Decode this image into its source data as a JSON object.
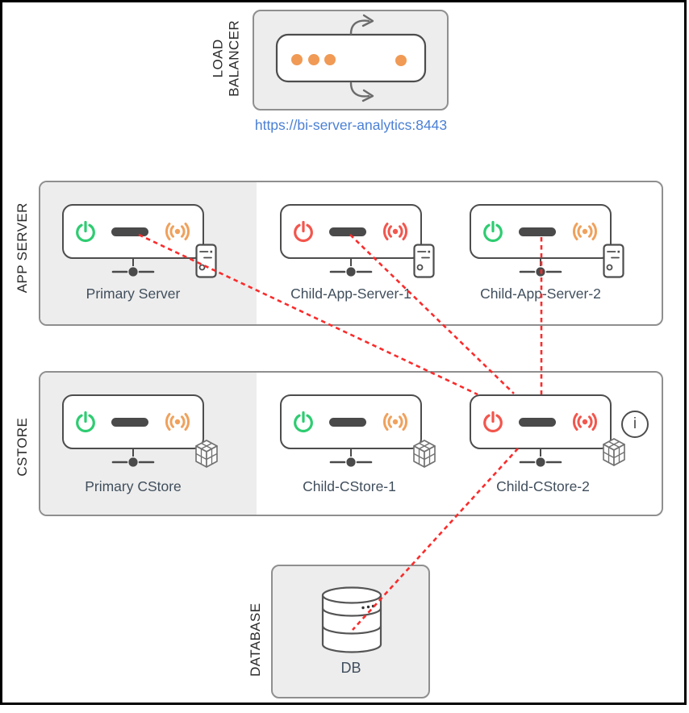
{
  "colors": {
    "status_green": "#2ecc71",
    "status_red": "#f2564d",
    "status_orange": "#f0a15c",
    "dot_orange": "#f09a55",
    "line_red": "#fb2b2b",
    "url_blue": "#4b80d5"
  },
  "load_balancer": {
    "section_label": "LOAD BALANCER",
    "url": "https://bi-server-analytics:8443"
  },
  "app_server": {
    "section_label": "APP SERVER",
    "nodes": [
      {
        "name": "Primary Server",
        "power_color": "#2ecc71",
        "signal_color": "#f0a15c"
      },
      {
        "name": "Child-App-Server-1",
        "power_color": "#f2564d",
        "signal_color": "#f2564d"
      },
      {
        "name": "Child-App-Server-2",
        "power_color": "#2ecc71",
        "signal_color": "#f0a15c"
      }
    ]
  },
  "cstore": {
    "section_label": "CSTORE",
    "nodes": [
      {
        "name": "Primary CStore",
        "power_color": "#2ecc71",
        "signal_color": "#f0a15c"
      },
      {
        "name": "Child-CStore-1",
        "power_color": "#2ecc71",
        "signal_color": "#f0a15c"
      },
      {
        "name": "Child-CStore-2",
        "power_color": "#f2564d",
        "signal_color": "#f2564d",
        "info_icon": "i"
      }
    ]
  },
  "database": {
    "section_label": "DATABASE",
    "db_label": "DB"
  },
  "connections": [
    {
      "from": "Primary Server",
      "to": "Child-CStore-2",
      "style": "red-dashed"
    },
    {
      "from": "Child-App-Server-1",
      "to": "Child-CStore-2",
      "style": "red-dashed"
    },
    {
      "from": "Child-App-Server-2",
      "to": "Child-CStore-2",
      "style": "red-dashed"
    },
    {
      "from": "Child-CStore-2",
      "to": "DB",
      "style": "red-dashed"
    }
  ]
}
